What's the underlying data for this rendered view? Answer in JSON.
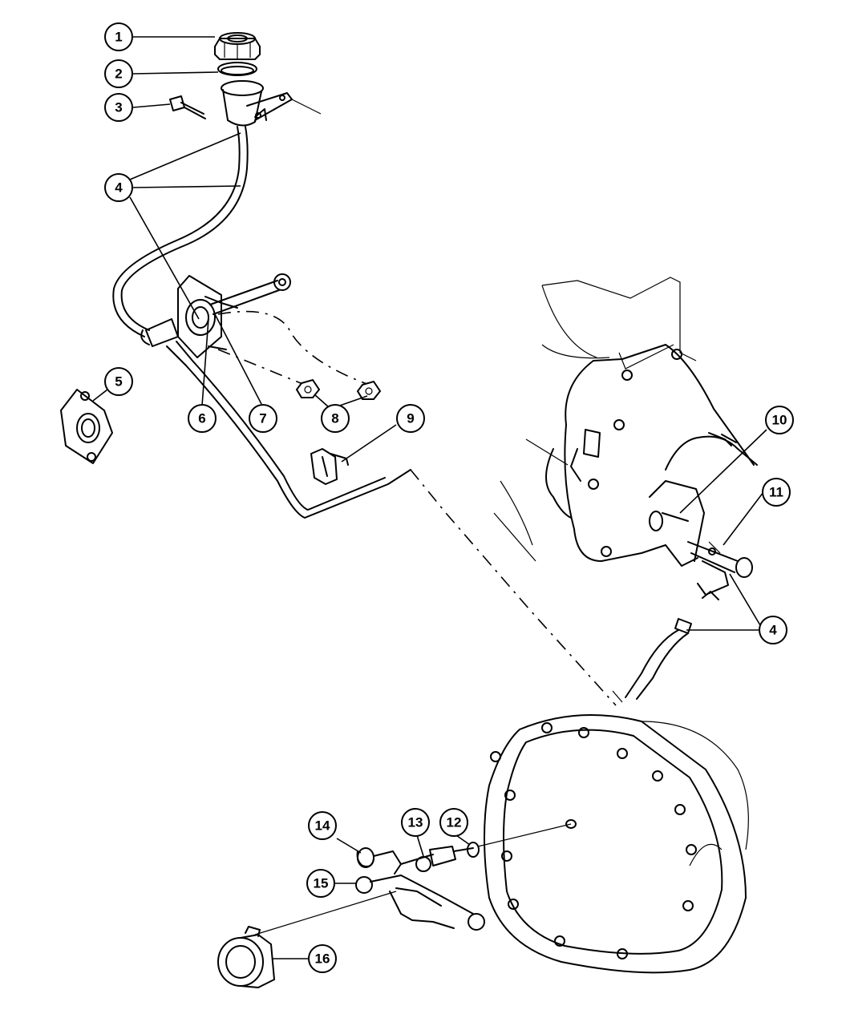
{
  "callouts": [
    {
      "id": "c1",
      "label": "1"
    },
    {
      "id": "c2",
      "label": "2"
    },
    {
      "id": "c3",
      "label": "3"
    },
    {
      "id": "c4a",
      "label": "4"
    },
    {
      "id": "c4b",
      "label": "4"
    },
    {
      "id": "c5",
      "label": "5"
    },
    {
      "id": "c6",
      "label": "6"
    },
    {
      "id": "c7",
      "label": "7"
    },
    {
      "id": "c8",
      "label": "8"
    },
    {
      "id": "c9",
      "label": "9"
    },
    {
      "id": "c10",
      "label": "10"
    },
    {
      "id": "c11",
      "label": "11"
    },
    {
      "id": "c12",
      "label": "12"
    },
    {
      "id": "c13",
      "label": "13"
    },
    {
      "id": "c14",
      "label": "14"
    },
    {
      "id": "c15",
      "label": "15"
    },
    {
      "id": "c16",
      "label": "16"
    }
  ]
}
